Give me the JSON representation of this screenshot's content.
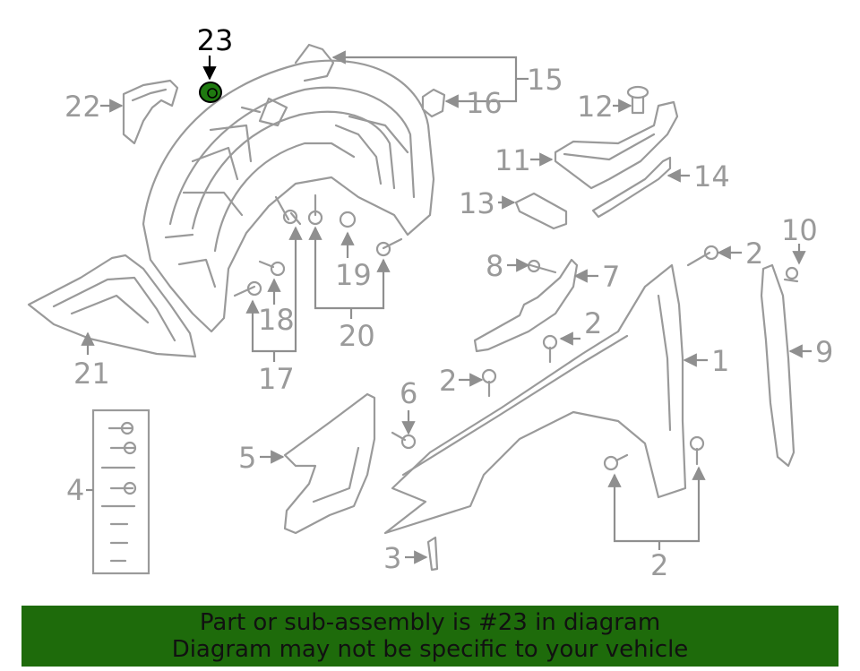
{
  "diagram": {
    "highlight_color": "#1f7a10",
    "line_color": "#9a9a9a",
    "callouts": [
      {
        "id": "c23",
        "label": "23",
        "highlighted": true
      },
      {
        "id": "c22",
        "label": "22"
      },
      {
        "id": "c15",
        "label": "15"
      },
      {
        "id": "c16",
        "label": "16"
      },
      {
        "id": "c12",
        "label": "12"
      },
      {
        "id": "c11",
        "label": "11"
      },
      {
        "id": "c14",
        "label": "14"
      },
      {
        "id": "c13",
        "label": "13"
      },
      {
        "id": "c10",
        "label": "10"
      },
      {
        "id": "c2a",
        "label": "2"
      },
      {
        "id": "c8",
        "label": "8"
      },
      {
        "id": "c7",
        "label": "7"
      },
      {
        "id": "c19",
        "label": "19"
      },
      {
        "id": "c18",
        "label": "18"
      },
      {
        "id": "c20",
        "label": "20"
      },
      {
        "id": "c17",
        "label": "17"
      },
      {
        "id": "c21",
        "label": "21"
      },
      {
        "id": "c2b",
        "label": "2"
      },
      {
        "id": "c1",
        "label": "1"
      },
      {
        "id": "c9",
        "label": "9"
      },
      {
        "id": "c2c",
        "label": "2"
      },
      {
        "id": "c6",
        "label": "6"
      },
      {
        "id": "c4",
        "label": "4"
      },
      {
        "id": "c5",
        "label": "5"
      },
      {
        "id": "c3",
        "label": "3"
      },
      {
        "id": "c2d",
        "label": "2"
      }
    ]
  },
  "banner": {
    "color": "#1e6b0b",
    "line1": "Part or sub-assembly is #23 in diagram",
    "line2": "Diagram may not be specific to your vehicle"
  }
}
